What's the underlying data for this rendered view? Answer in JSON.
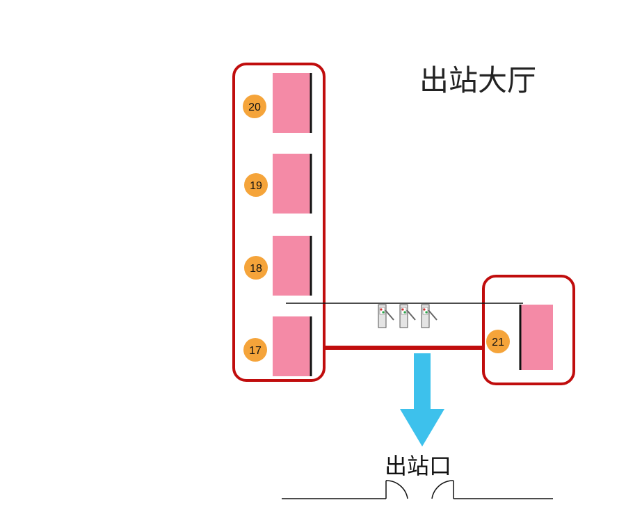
{
  "hall_title": "出站大厅",
  "exit_label": "出站口",
  "counters": [
    {
      "number": "20"
    },
    {
      "number": "19"
    },
    {
      "number": "18"
    },
    {
      "number": "17"
    },
    {
      "number": "21"
    }
  ],
  "colors": {
    "border_red": "#c00d0d",
    "counter_pink": "#f48aa6",
    "badge_orange": "#f5a43a",
    "arrow_blue": "#3dc1ec",
    "line_black": "#111111"
  },
  "icons": [
    "turnstile-gate-icon",
    "down-arrow-icon",
    "door-icon"
  ]
}
